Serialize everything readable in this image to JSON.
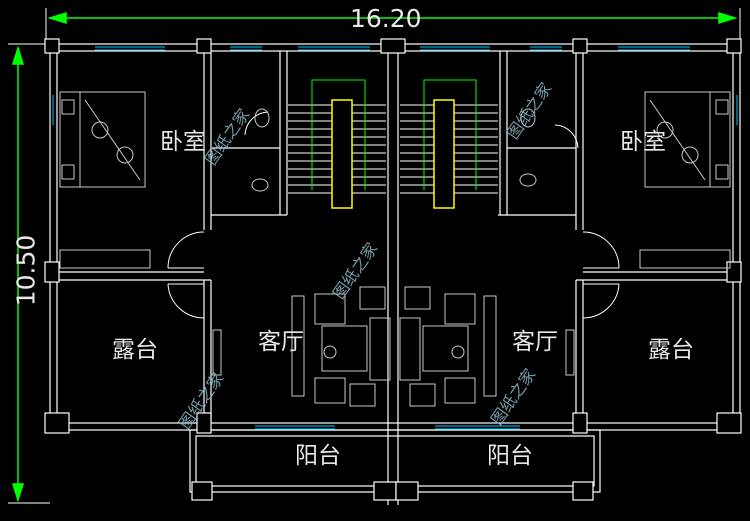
{
  "dimensions": {
    "overall_width": "16.20",
    "overall_depth": "10.50"
  },
  "rooms": {
    "bedroom_left": "卧室",
    "bedroom_right": "卧室",
    "terrace_left": "露台",
    "terrace_right": "露台",
    "living_left": "客厅",
    "living_right": "客厅",
    "balcony_left": "阳台",
    "balcony_right": "阳台"
  },
  "watermark": "图纸之家",
  "colors": {
    "background": "#000000",
    "wall": "#ffffff",
    "window": "#00c8ff",
    "dimension": "#00ff00",
    "stair_rail": "#ffff00",
    "furniture": "#c8c8c8",
    "text": "#e8e8e8"
  }
}
